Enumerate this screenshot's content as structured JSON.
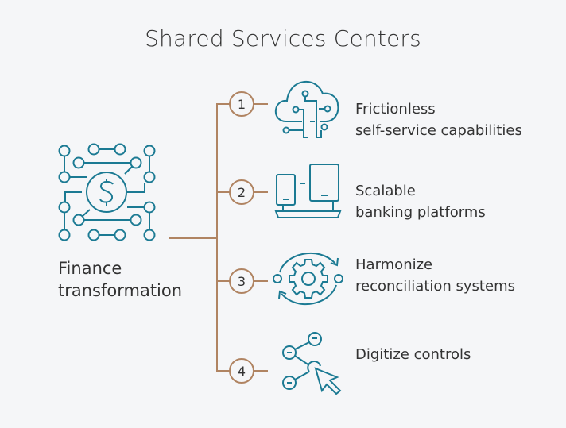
{
  "title": "Shared Services Centers",
  "root": {
    "line1": "Finance",
    "line2": "transformation",
    "icon": "dollar-circuit-icon"
  },
  "items": [
    {
      "number": "1",
      "line1": "Frictionless",
      "line2": "self-service capabilities",
      "icon": "cloud-circuit-icon"
    },
    {
      "number": "2",
      "line1": "Scalable",
      "line2": "banking platforms",
      "icon": "devices-icon"
    },
    {
      "number": "3",
      "line1": "Harmonize",
      "line2": "reconciliation systems",
      "icon": "gear-cycle-icon"
    },
    {
      "number": "4",
      "line1": "Digitize controls",
      "line2": "",
      "icon": "network-cursor-icon"
    }
  ],
  "colors": {
    "accent": "#1b7a93",
    "connector": "#b08462",
    "background": "#f5f6f8"
  }
}
